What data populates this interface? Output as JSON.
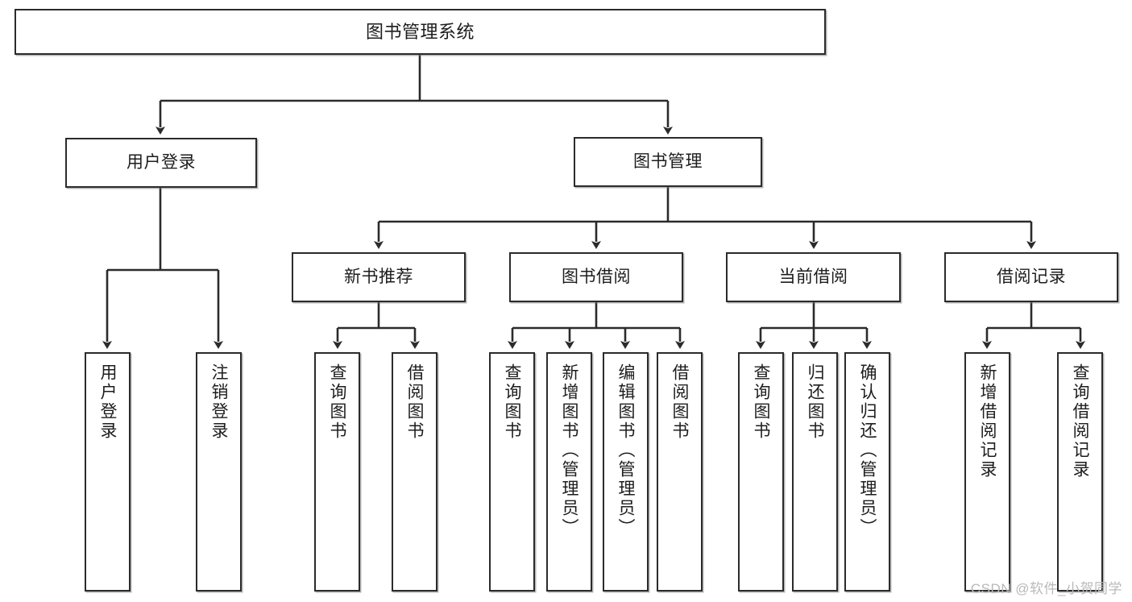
{
  "diagram": {
    "type": "tree",
    "title": "图书管理系统",
    "watermark": "CSDN @软件_小贺同学",
    "colors": {
      "stroke": "#2b2b2b",
      "fill": "#ffffff",
      "text": "#1d1d1d",
      "watermark": "#b9b9b9"
    },
    "nodes": {
      "root": {
        "label": "图书管理系统"
      },
      "level2": [
        {
          "label": "用户登录"
        },
        {
          "label": "图书管理"
        }
      ],
      "level3": [
        {
          "label": "新书推荐"
        },
        {
          "label": "图书借阅"
        },
        {
          "label": "当前借阅"
        },
        {
          "label": "借阅记录"
        }
      ],
      "leaves_user_login": [
        {
          "label": "用户登录"
        },
        {
          "label": "注销登录"
        }
      ],
      "leaves_new_book": [
        {
          "label": "查询图书"
        },
        {
          "label": "借阅图书"
        }
      ],
      "leaves_borrow": [
        {
          "label": "查询图书"
        },
        {
          "label": "新增图书（管理员）"
        },
        {
          "label": "编辑图书（管理员）"
        },
        {
          "label": "借阅图书"
        }
      ],
      "leaves_current": [
        {
          "label": "查询图书"
        },
        {
          "label": "归还图书"
        },
        {
          "label": "确认归还（管理员）"
        }
      ],
      "leaves_records": [
        {
          "label": "新增借阅记录"
        },
        {
          "label": "查询借阅记录"
        }
      ]
    }
  }
}
